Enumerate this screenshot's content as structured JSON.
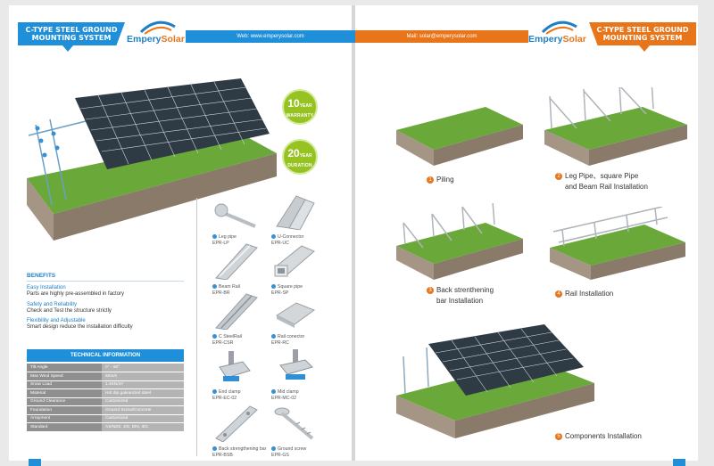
{
  "header": {
    "tag_left": "C-TYPE STEEL GROUND MOUNTING SYSTEM",
    "tag_right": "C-TYPE STEEL GROUND MOUNTING SYSTEM",
    "logo_a": "Empery",
    "logo_b": "Solar",
    "web": "Web: www.emperysolar.com",
    "mail": "Mail: solar@emperysolar.com"
  },
  "badges": [
    {
      "num": "10",
      "unit": "YEAR",
      "label": "WARRANTY"
    },
    {
      "num": "20",
      "unit": "YEAR",
      "label": "DURATION"
    }
  ],
  "benefits": {
    "title": "BENEFITS",
    "items": [
      {
        "title": "Easy Installation",
        "desc": "Parts are highly pre-assembled in factory"
      },
      {
        "title": "Safety and Reliability",
        "desc": "Check and Test the structure strictly"
      },
      {
        "title": "Flexibility and Adjustable",
        "desc": "Smart design reduce the installation difficulty"
      }
    ]
  },
  "tech": {
    "title": "TECHNICAL INFORMATION",
    "rows": [
      {
        "k": "Tilt Angle",
        "v": "0° - 60°"
      },
      {
        "k": "Max Wind Speed",
        "v": "60m/s"
      },
      {
        "k": "Snow Load",
        "v": "1.4KN/m²"
      },
      {
        "k": "Material",
        "v": "Hot dip galvanized steel"
      },
      {
        "k": "Ground Clearance",
        "v": "Customized"
      },
      {
        "k": "Foundation",
        "v": "Ground Screw/Concrete"
      },
      {
        "k": "Arrayment",
        "v": "Customized"
      },
      {
        "k": "Standard",
        "v": "AS/NZS, JIS, DIN, IEC"
      }
    ]
  },
  "components": [
    {
      "name": "Leg pipe",
      "code": "EPR-LP"
    },
    {
      "name": "U-Connector",
      "code": "EPR-UC"
    },
    {
      "name": "Beam Rail",
      "code": "EPR-BR"
    },
    {
      "name": "Square pipe",
      "code": "EPR-SP"
    },
    {
      "name": "C SteelRail",
      "code": "EPR-CSR"
    },
    {
      "name": "Rail conector",
      "code": "EPR-RC"
    },
    {
      "name": "End clamp",
      "code": "EPR-EC-02"
    },
    {
      "name": "Mid clamp",
      "code": "EPR-MC-02"
    },
    {
      "name": "Back strengthening bar",
      "code": "EPR-BSB"
    },
    {
      "name": "Ground screw",
      "code": "EPR-GS"
    }
  ],
  "steps": [
    {
      "num": "1",
      "line1": "Piling",
      "line2": ""
    },
    {
      "num": "2",
      "line1": "Leg Pipe、square Pipe",
      "line2": "and Beam Rail Installation"
    },
    {
      "num": "3",
      "line1": "Back strenthening",
      "line2": "bar Installation"
    },
    {
      "num": "4",
      "line1": "Rail Installation",
      "line2": ""
    },
    {
      "num": "5",
      "line1": "Components Installation",
      "line2": ""
    }
  ],
  "colors": {
    "blue": "#1e8fd8",
    "orange": "#e8751a",
    "green": "#96c222"
  }
}
